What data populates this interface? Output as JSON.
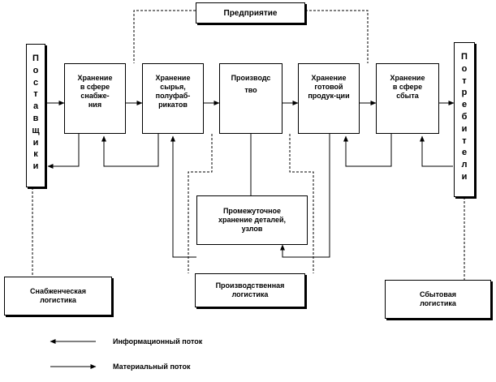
{
  "enterprise": {
    "label": "Предприятие"
  },
  "suppliers": {
    "label": "Поставщики"
  },
  "consumers": {
    "label": "Потребители"
  },
  "stages": [
    {
      "lines": [
        "Хранение",
        "в сфере",
        "снабже-",
        "ния"
      ]
    },
    {
      "lines": [
        "Хранение",
        "сырья,",
        "полуфаб-",
        "рикатов"
      ]
    },
    {
      "lines": [
        "Производс",
        "тво"
      ]
    },
    {
      "lines": [
        "Хранение",
        "готовой",
        "продук-ции"
      ]
    },
    {
      "lines": [
        "Хранение",
        "в сфере",
        "сбыта"
      ]
    }
  ],
  "buffer": {
    "lines": [
      "Промежуточное",
      "хранение деталей,",
      "узлов"
    ]
  },
  "logistics": {
    "supply": {
      "lines": [
        "Снабженческая",
        "логистика"
      ]
    },
    "production": {
      "lines": [
        "Производственная",
        "логистика"
      ]
    },
    "sales": {
      "lines": [
        "Сбытовая",
        "логистика"
      ]
    }
  },
  "legend": {
    "information": "Информационный поток",
    "material": "Материальный поток"
  }
}
